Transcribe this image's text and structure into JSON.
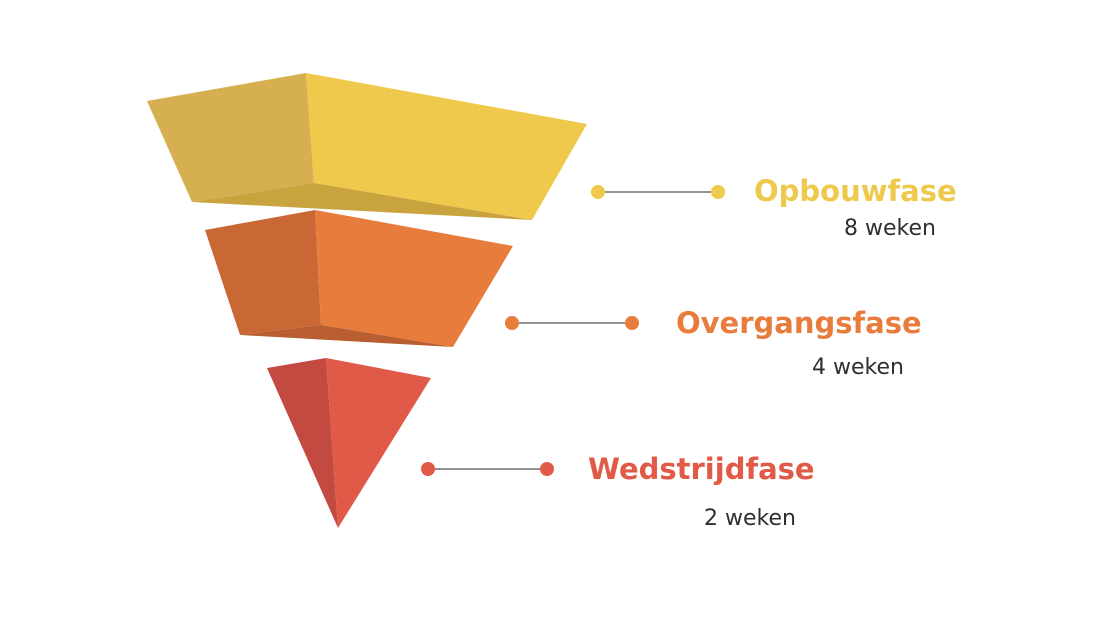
{
  "colors": {
    "phase1": "#efc94c",
    "phase1_dark": "#d6b050",
    "phase1_shadow": "#c9a33e",
    "phase2": "#e87c3c",
    "phase2_dark": "#c96834",
    "phase2_shadow": "#b85e30",
    "phase3": "#e05a47",
    "phase3_dark": "#c24a40",
    "connector_line": "#555555",
    "duration_text": "#2f2f2f"
  },
  "phases": [
    {
      "title": "Opbouwfase",
      "duration": "8 weken"
    },
    {
      "title": "Overgangsfase",
      "duration": "4 weken"
    },
    {
      "title": "Wedstrijdfase",
      "duration": "2 weken"
    }
  ]
}
